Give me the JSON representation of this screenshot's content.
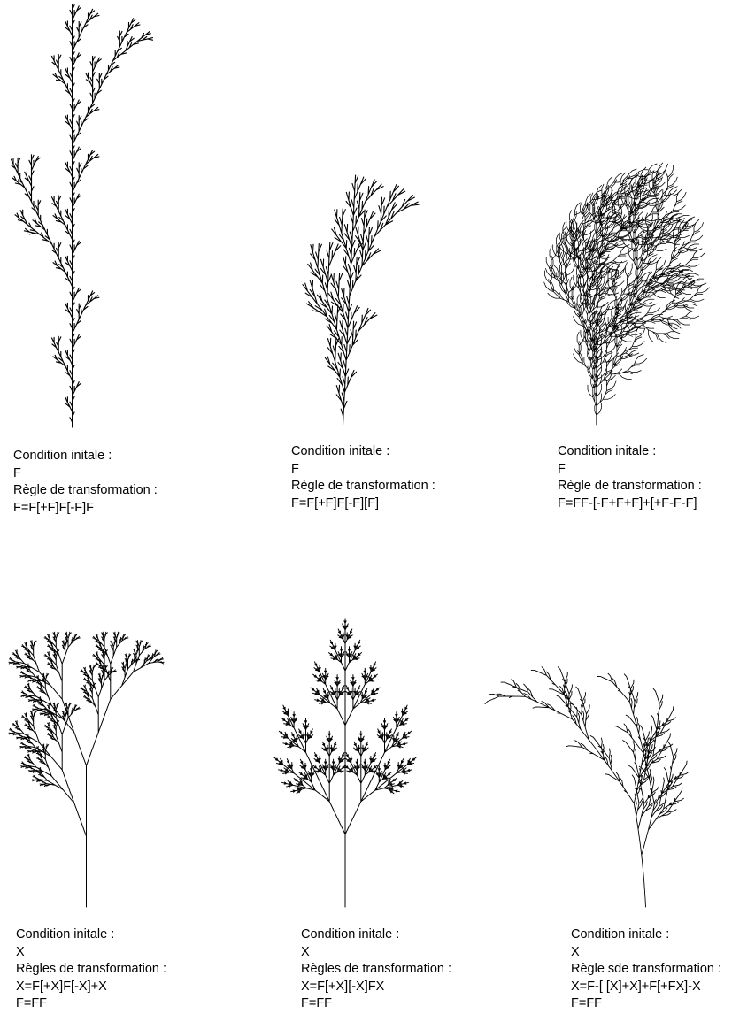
{
  "figures": [
    {
      "axiom": "F",
      "rules": [
        "F=F[+F]F[-F]F"
      ],
      "caption": [
        "Condition initale :",
        "F",
        "Règle de transformation :",
        "F=F[+F]F[-F]F"
      ]
    },
    {
      "axiom": "F",
      "rules": [
        "F=F[+F]F[-F][F]"
      ],
      "caption": [
        "Condition initale :",
        "F",
        "Règle de transformation :",
        "F=F[+F]F[-F][F]"
      ]
    },
    {
      "axiom": "F",
      "rules": [
        "F=FF-[-F+F+F]+[+F-F-F]"
      ],
      "caption": [
        "Condition initale :",
        "F",
        "Règle de transformation :",
        "F=FF-[-F+F+F]+[+F-F-F]"
      ]
    },
    {
      "axiom": "X",
      "rules": [
        "X=F[+X]F[-X]+X",
        "F=FF"
      ],
      "caption": [
        "Condition initale :",
        "X",
        "Règles de transformation :",
        "X=F[+X]F[-X]+X",
        "F=FF"
      ]
    },
    {
      "axiom": "X",
      "rules": [
        "X=F[+X][-X]FX",
        "F=FF"
      ],
      "caption": [
        "Condition initale :",
        "X",
        "Règles de transformation :",
        "X=F[+X][-X]FX",
        "F=FF"
      ]
    },
    {
      "axiom": "X",
      "rules": [
        "X=F-[ [X]+X]+F[+FX]-X",
        "F=FF"
      ],
      "caption": [
        "Condition initale :",
        "X",
        "Règle sde transformation :",
        "X=F-[ [X]+X]+F[+FX]-X",
        "F=FF"
      ]
    }
  ]
}
